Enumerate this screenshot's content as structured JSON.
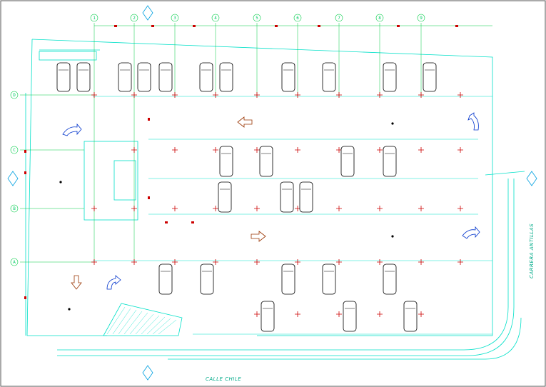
{
  "drawing": {
    "street_bottom": "CALLE CHILE",
    "street_right": "CARRERA ANTILLAS",
    "grid_columns": [
      "1",
      "2",
      "3",
      "4",
      "5",
      "6",
      "7",
      "8",
      "9"
    ],
    "grid_rows": [
      "D",
      "C",
      "B",
      "A"
    ],
    "colors": {
      "wall": "#00e0c8",
      "grid_line": "#00cc44",
      "column": "#cc0000",
      "car": "#000000",
      "arrow_outline": "#993300",
      "arrow_blue": "#0033cc",
      "frame": "#666666"
    }
  }
}
